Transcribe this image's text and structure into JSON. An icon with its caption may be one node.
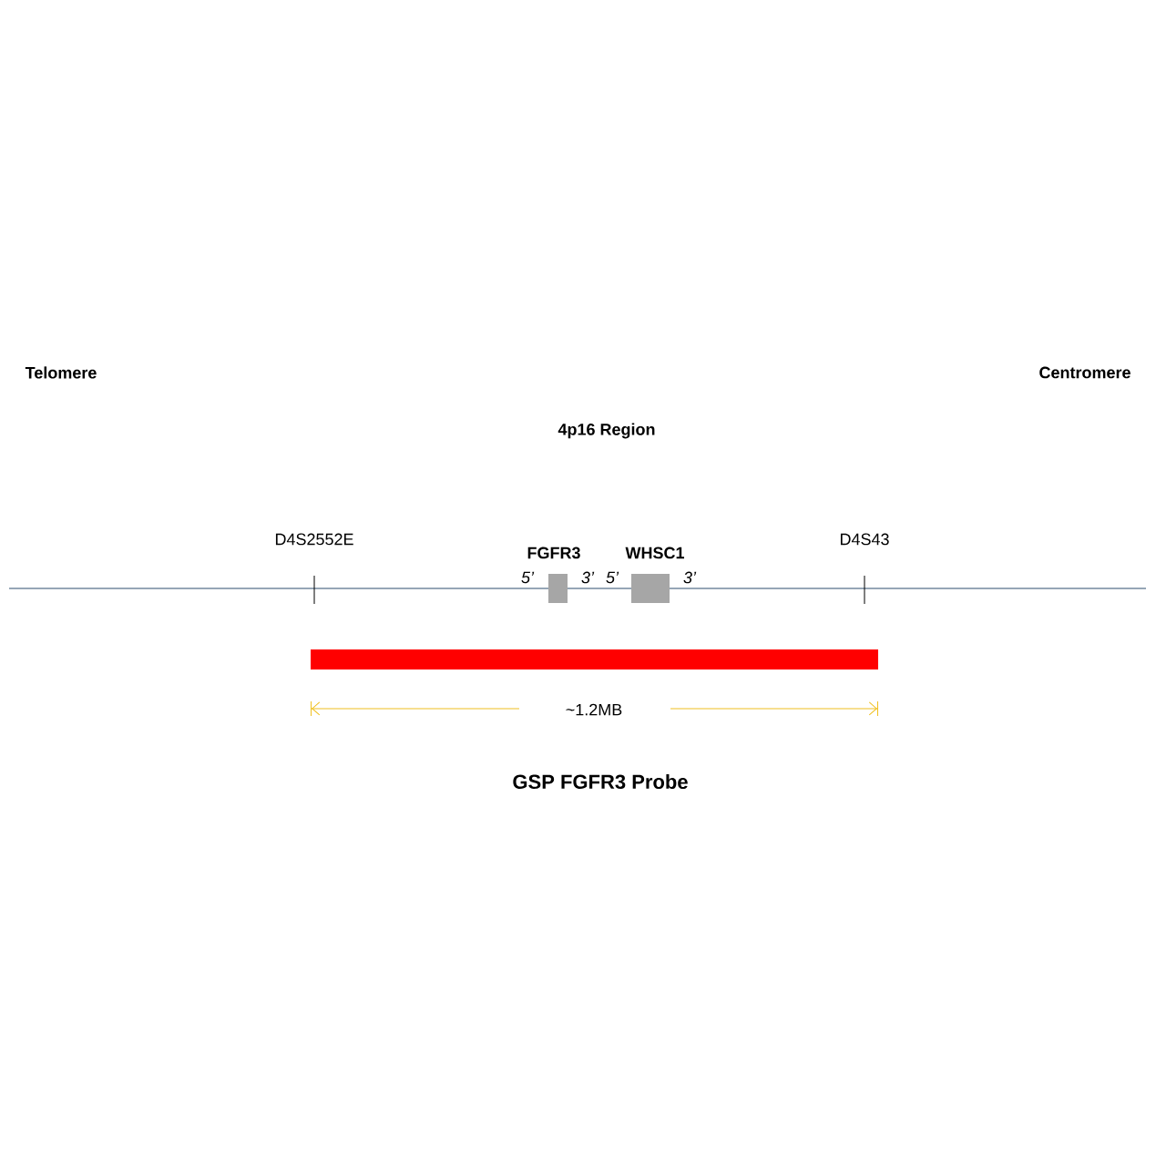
{
  "diagram": {
    "title": "4p16 Region",
    "caption": "GSP FGFR3 Probe",
    "nodes": [
      {
        "text": [
          "FGFR3"
        ],
        "beside": [
          "5’",
          "3’"
        ]
      },
      {
        "text": [
          "WHSC1"
        ],
        "beside": [
          "5’",
          "3’"
        ]
      },
      {
        "text": [],
        "shape": "bar"
      }
    ],
    "labels": [
      "Telomere",
      "Centromere",
      "D4S2552E",
      "D4S43",
      "~1.2MB"
    ]
  }
}
